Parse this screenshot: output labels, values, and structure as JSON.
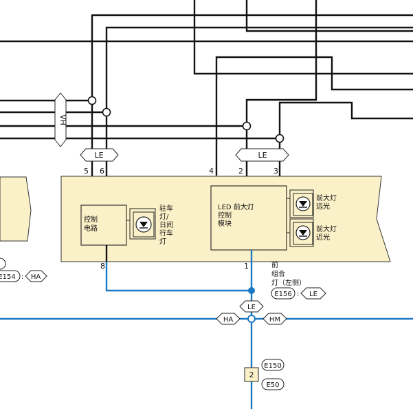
{
  "connectors": {
    "vh": "VH",
    "le_left": "LE",
    "le_right": "LE",
    "ha_left": "HA",
    "le_bottom": "LE",
    "ha_bottom": "HA",
    "hm_bottom": "HM",
    "le_ref": "LE"
  },
  "left_module": {
    "pins": [
      "5",
      "6",
      "8"
    ],
    "control_label": [
      "控制",
      "电路"
    ],
    "drl_label": [
      "驻车",
      "灯/",
      "日间",
      "行车",
      "灯"
    ]
  },
  "right_module": {
    "pins": [
      "4",
      "2",
      "3",
      "1"
    ],
    "title": "LED 前大灯",
    "subtitle": [
      "控制",
      "模块"
    ],
    "high_beam": [
      "前大灯",
      "远光"
    ],
    "low_beam": [
      "前大灯",
      "近光"
    ]
  },
  "part_label": [
    "前",
    "组合",
    "灯（左侧）"
  ],
  "refs": {
    "e154": "E154",
    "e156": "E156",
    "e150": "E150",
    "e50": "E50",
    "splice": "2"
  },
  "colors": {
    "wire_black": "#111111",
    "wire_blue": "#1a78c2",
    "component_fill": "#fbf1c8"
  }
}
